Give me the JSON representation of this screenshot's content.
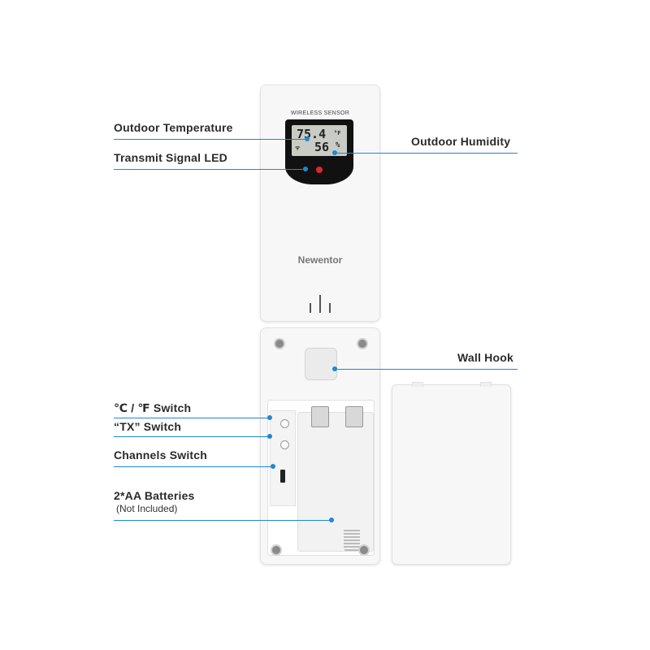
{
  "device": {
    "header_text": "WIRELESS SENSOR",
    "brand": "Newentor",
    "lcd_temperature": "75.4",
    "lcd_temp_unit": "°F",
    "lcd_humidity": "56",
    "lcd_humidity_unit": "%"
  },
  "labels": {
    "outdoor_temperature": "Outdoor Temperature",
    "transmit_signal_led": "Transmit Signal LED",
    "outdoor_humidity": "Outdoor Humidity",
    "wall_hook": "Wall Hook",
    "temp_unit_switch": "℃ / ℉ Switch",
    "tx_switch": "“TX” Switch",
    "channels_switch": "Channels Switch",
    "batteries": "2*AA Batteries",
    "batteries_note": "(Not Included)"
  },
  "colors": {
    "callout_line": "#1e88d6",
    "led": "#e0262b",
    "lcd_background": "#c8ccc4"
  }
}
